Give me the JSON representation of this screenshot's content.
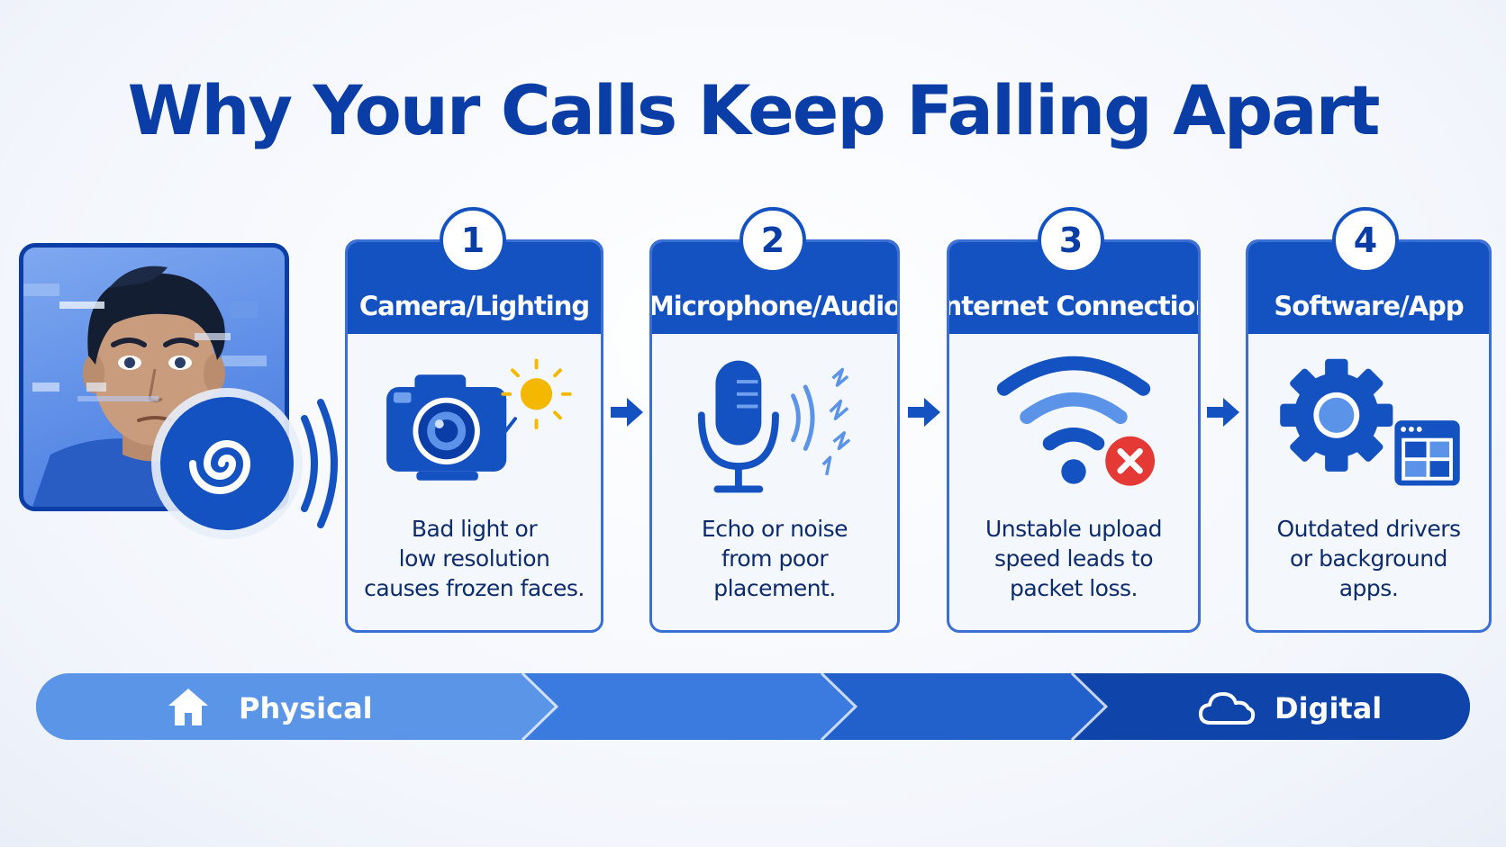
{
  "title": "Why Your Calls Keep Falling Apart",
  "steps": [
    {
      "number": "1",
      "title": "Camera/Lighting",
      "desc": [
        "Bad light or",
        "low resolution",
        "causes frozen faces."
      ],
      "icon": "camera-icon"
    },
    {
      "number": "2",
      "title": "Microphone/Audio",
      "desc": [
        "Echo or noise",
        "from poor",
        "placement."
      ],
      "icon": "microphone-icon"
    },
    {
      "number": "3",
      "title": "Internet Connection",
      "desc": [
        "Unstable upload",
        "speed leads to",
        "packet loss."
      ],
      "icon": "wifi-error-icon"
    },
    {
      "number": "4",
      "title": "Software/App",
      "desc": [
        "Outdated drivers",
        "or background",
        "apps."
      ],
      "icon": "gear-app-icon"
    }
  ],
  "spectrum": {
    "left_label": "Physical",
    "right_label": "Digital",
    "left_icon": "home-icon",
    "right_icon": "cloud-icon"
  },
  "colors": {
    "primary": "#1452c2",
    "dark": "#0b3da6",
    "light": "#5a93e8",
    "error": "#e53935",
    "sun": "#f5b800"
  }
}
